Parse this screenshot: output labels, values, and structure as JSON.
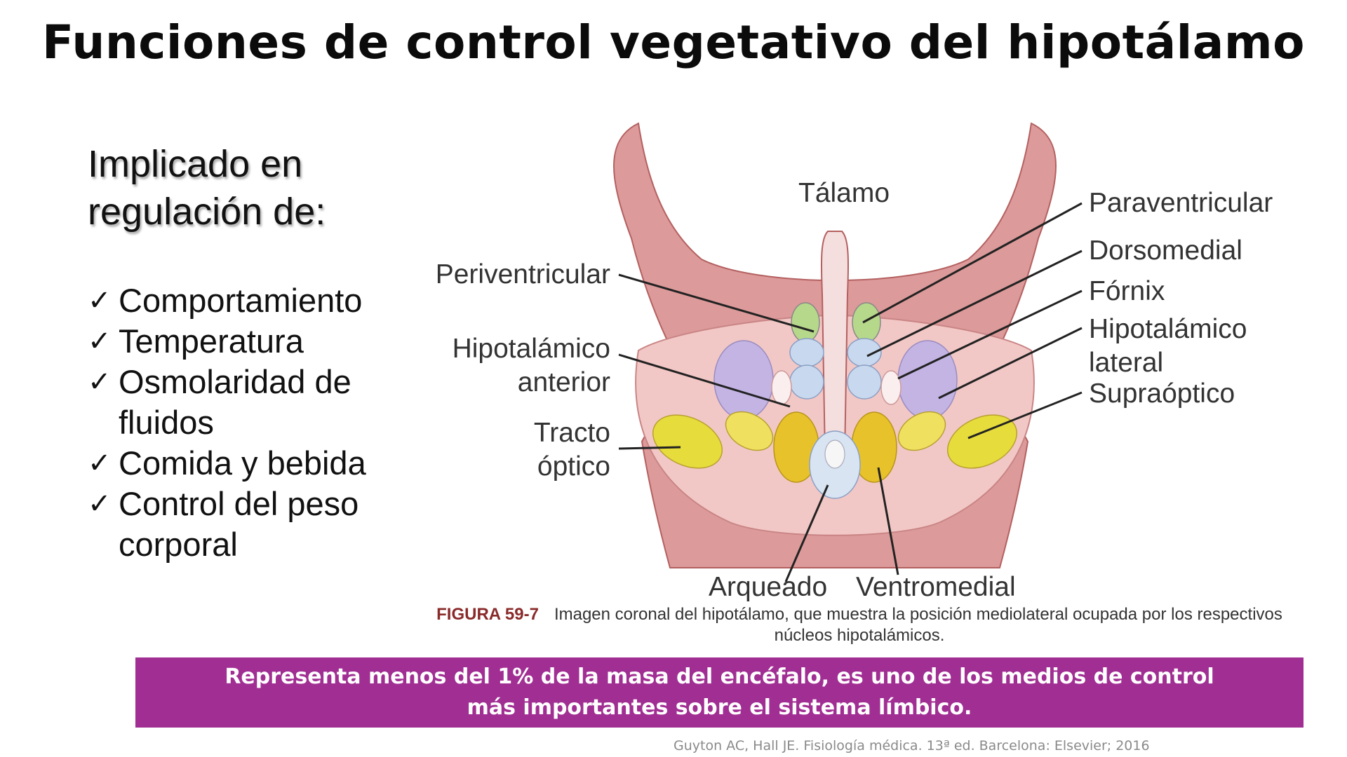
{
  "title": "Funciones de control vegetativo del hipotálamo",
  "intro": {
    "line1": "Implicado en",
    "line2": "regulación de:"
  },
  "checklist": {
    "check_glyph": "✓",
    "items": [
      {
        "lines": [
          "Comportamiento"
        ]
      },
      {
        "lines": [
          "Temperatura"
        ]
      },
      {
        "lines": [
          "Osmolaridad de",
          "fluidos"
        ]
      },
      {
        "lines": [
          "Comida y bebida"
        ]
      },
      {
        "lines": [
          "Control del peso",
          "corporal"
        ]
      }
    ]
  },
  "diagram": {
    "labels": {
      "talamo": "Tálamo",
      "paraventricular": "Paraventricular",
      "periventricular": "Periventricular",
      "dorsomedial": "Dorsomedial",
      "hipotalamico_anterior_1": "Hipotalámico",
      "hipotalamico_anterior_2": "anterior",
      "fornix": "Fórnix",
      "hipotalamico_lateral_1": "Hipotalámico",
      "hipotalamico_lateral_2": "lateral",
      "tracto_optico_1": "Tracto",
      "tracto_optico_2": "óptico",
      "supraoptico": "Supraóptico",
      "arqueado": "Arqueado",
      "ventromedial": "Ventromedial"
    },
    "colors": {
      "tissue": "#dd9a9a",
      "tissue_outline": "#b46060",
      "inner_region": "#f2c8c6",
      "ventricle": "#f5dede",
      "periventricular_green": "#b6d88a",
      "nucleus_blue": "#c8d8ee",
      "nucleus_purple": "#c4b4e4",
      "fornix_white": "#fbeeee",
      "ventromedial_gold": "#e8c22a",
      "supraoptic_yellow": "#f0e060"
    }
  },
  "caption": {
    "figure": "FIGURA 59-7",
    "text": "Imagen coronal del hipotálamo, que muestra la posición mediolateral ocupada por los respectivos núcleos hipotalámicos."
  },
  "banner": {
    "text": "Representa menos del 1% de la masa del encéfalo, es uno de los  medios de control más importantes sobre el sistema límbico."
  },
  "reference": "Guyton AC, Hall JE. Fisiología médica. 13ª ed. Barcelona: Elsevier; 2016"
}
